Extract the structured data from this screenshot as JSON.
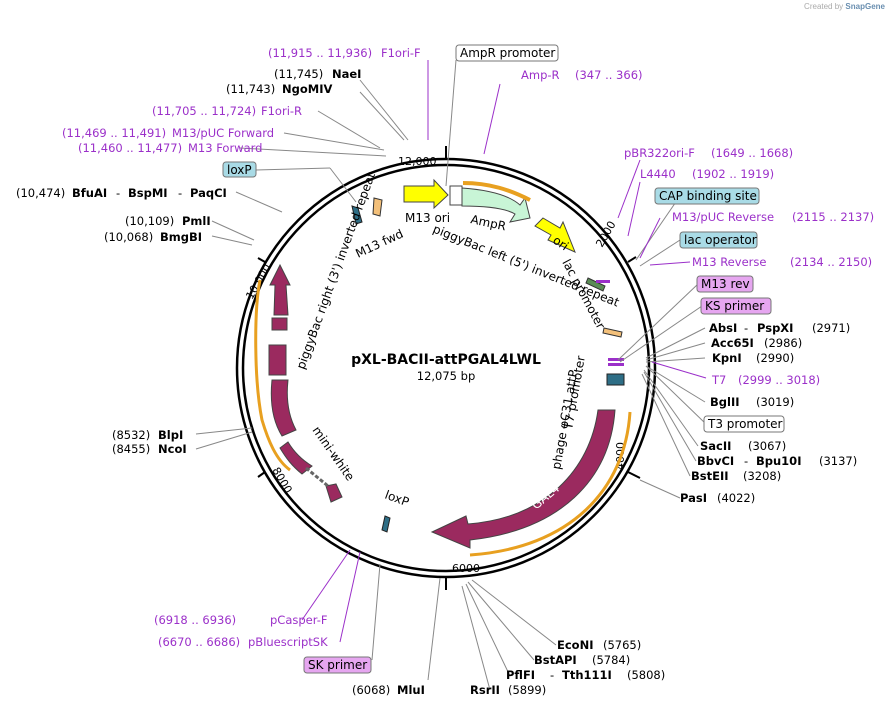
{
  "credit": {
    "prefix": "Created by",
    "brand": "SnapGene"
  },
  "plasmid": {
    "name": "pXL-BACII-attPGAL4LWL",
    "length": "12,075 bp"
  },
  "ticks": [
    "12,000",
    "2000",
    "4000",
    "6000",
    "8000",
    "10,000"
  ],
  "features": {
    "m13_ori": "M13 ori",
    "ampr": "AmpR",
    "ori": "ori",
    "m13_fwd": "M13 fwd",
    "pb_right": "piggyBac right (3') inverted repeat",
    "pb_left": "piggyBac left (5') inverted repeat",
    "lac_promoter": "lac promoter",
    "t7_promoter": "T7 promoter",
    "phage_attp": "phage φC31 attP",
    "gal4": "GAL4",
    "mini_white": "mini-white",
    "loxp_inner": "loxP"
  },
  "labels": {
    "f1ori_f": {
      "pos": "(11,915 .. 11,936)",
      "name": "F1ori-F"
    },
    "ampr_promoter": "AmpR promoter",
    "amp_r": {
      "name": "Amp-R",
      "pos": "(347 .. 366)"
    },
    "naei": {
      "pos": "(11,745)",
      "name": "NaeI"
    },
    "ngomiv": {
      "pos": "(11,743)",
      "name": "NgoMIV"
    },
    "f1ori_r": {
      "pos": "(11,705 .. 11,724)",
      "name": "F1ori-R"
    },
    "m13puc_fwd": {
      "pos": "(11,469 .. 11,491)",
      "name": "M13/pUC Forward"
    },
    "m13_forward": {
      "pos": "(11,460 .. 11,477)",
      "name": "M13 Forward"
    },
    "loxp_box": "loxP",
    "bfuai": {
      "pos": "(10,474)",
      "name": "BfuAI",
      "name2": "BspMI",
      "name3": "PaqCI"
    },
    "pmli": {
      "pos": "(10,109)",
      "name": "PmlI"
    },
    "bmgbi": {
      "pos": "(10,068)",
      "name": "BmgBI"
    },
    "pbr322ori": {
      "name": "pBR322ori-F",
      "pos": "(1649 .. 1668)"
    },
    "l4440": {
      "name": "L4440",
      "pos": "(1902 .. 1919)"
    },
    "cap": "CAP binding site",
    "m13puc_rev": {
      "name": "M13/pUC Reverse",
      "pos": "(2115 .. 2137)"
    },
    "lac_operator": "lac operator",
    "m13_reverse": {
      "name": "M13 Reverse",
      "pos": "(2134 .. 2150)"
    },
    "m13_rev_box": "M13 rev",
    "ks_primer": "KS primer",
    "absi": {
      "name": "AbsI",
      "name2": "PspXI",
      "pos": "(2971)"
    },
    "acc65i": {
      "name": "Acc65I",
      "pos": "(2986)"
    },
    "kpni": {
      "name": "KpnI",
      "pos": "(2990)"
    },
    "t7": {
      "name": "T7",
      "pos": "(2999 .. 3018)"
    },
    "bglii": {
      "name": "BglII",
      "pos": "(3019)"
    },
    "t3_promoter": "T3 promoter",
    "sacii": {
      "name": "SacII",
      "pos": "(3067)"
    },
    "bbvci": {
      "name": "BbvCI",
      "name2": "Bpu10I",
      "pos": "(3137)"
    },
    "bsteii": {
      "name": "BstEII",
      "pos": "(3208)"
    },
    "pasi": {
      "name": "PasI",
      "pos": "(4022)"
    },
    "blpi": {
      "pos": "(8532)",
      "name": "BlpI"
    },
    "ncoi": {
      "pos": "(8455)",
      "name": "NcoI"
    },
    "pcasper": {
      "pos": "(6918 .. 6936)",
      "name": "pCasper-F"
    },
    "pbluescript": {
      "pos": "(6670 .. 6686)",
      "name": "pBluescriptSK"
    },
    "sk_primer": "SK primer",
    "econi": {
      "name": "EcoNI",
      "pos": "(5765)"
    },
    "bstapi": {
      "name": "BstAPI",
      "pos": "(5784)"
    },
    "pflfi": {
      "name": "PflFI",
      "name2": "Tth111I",
      "pos": "(5808)"
    },
    "rsrii": {
      "name": "RsrII",
      "pos": "(5899)"
    },
    "mlui": {
      "pos": "(6068)",
      "name": "MluI"
    }
  },
  "colors": {
    "primer": "#9b30c9",
    "plum": "#9b2a5f",
    "yellow": "#ffff00",
    "mint": "#c8f5d6",
    "orange_arc": "#e8a020",
    "box_teal": "#a9dbe6",
    "box_violet": "#e6a6f0"
  }
}
